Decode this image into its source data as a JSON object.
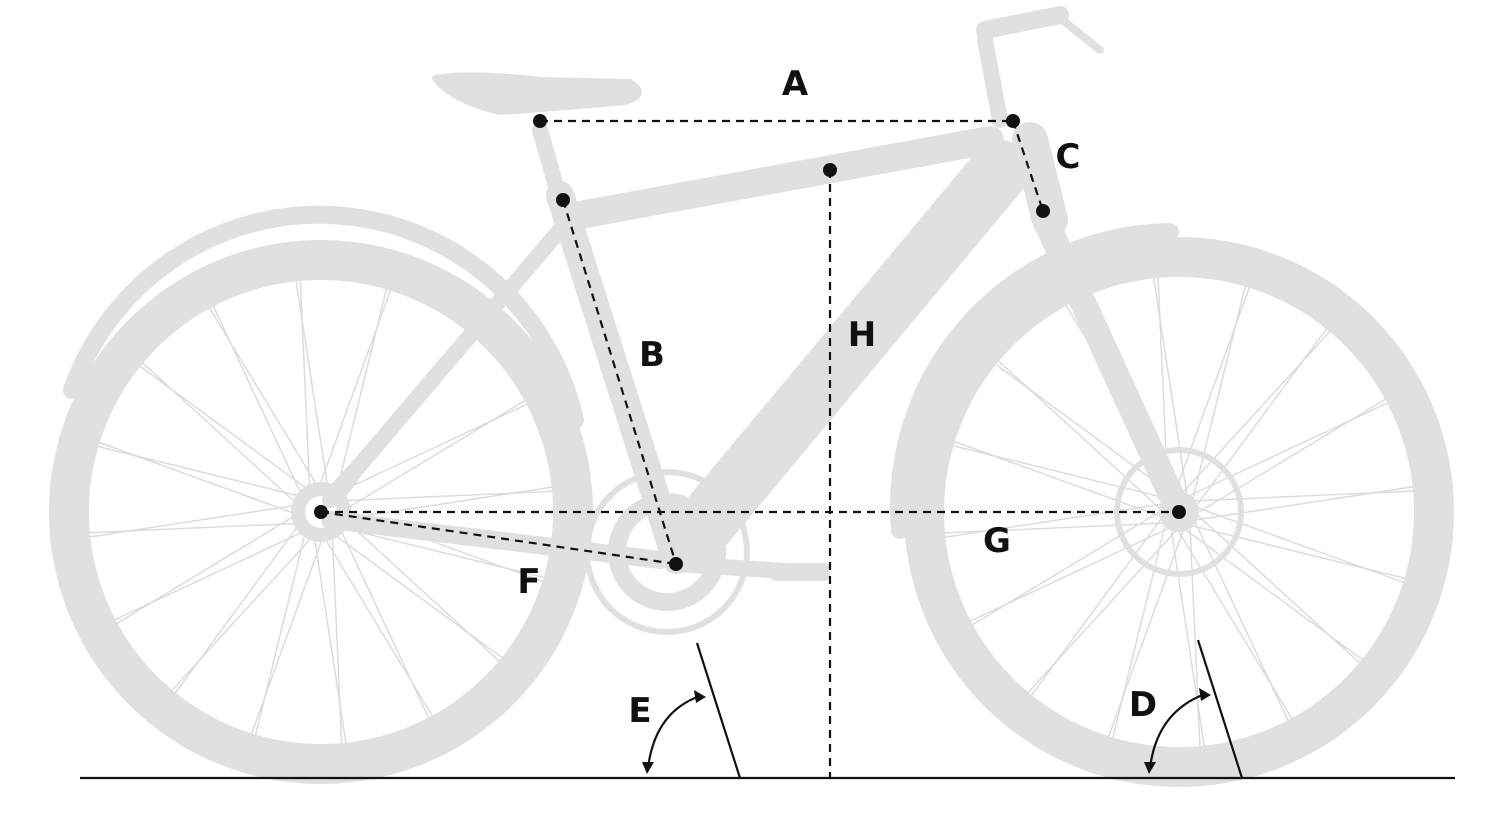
{
  "diagram": {
    "title": "Bike geometry",
    "labels": {
      "A": "A",
      "B": "B",
      "C": "C",
      "D": "D",
      "E": "E",
      "F": "F",
      "G": "G",
      "H": "H"
    },
    "colors": {
      "bike": "#e0e0e0",
      "spokes": "#d6d6d6",
      "lines": "#111111"
    }
  }
}
